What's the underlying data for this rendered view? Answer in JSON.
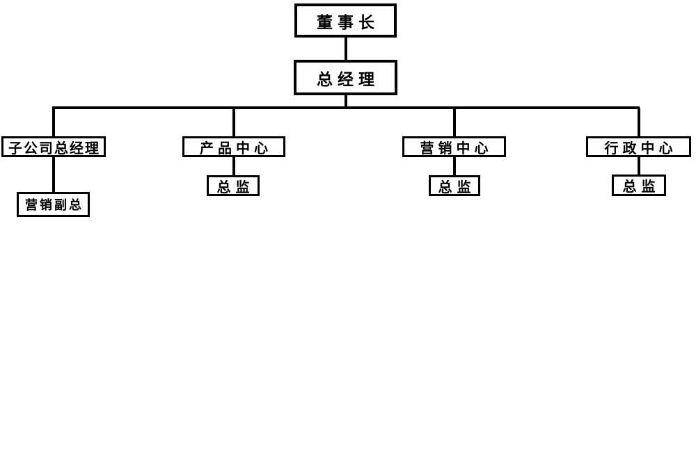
{
  "diagram": {
    "type": "org-chart",
    "colors": {
      "background": "#ffffff",
      "line": "#000000",
      "box_border": "#000000",
      "text": "#000000"
    },
    "nodes": {
      "chairman": {
        "label": "董事长"
      },
      "general_manager": {
        "label": "总经理"
      },
      "subsidiary_gm": {
        "label": "子公司总经理"
      },
      "product_center": {
        "label": "产品中心"
      },
      "marketing_center": {
        "label": "营销中心"
      },
      "admin_center": {
        "label": "行政中心"
      },
      "marketing_vp": {
        "label": "营销副总"
      },
      "product_director": {
        "label": "总监"
      },
      "marketing_director": {
        "label": "总监"
      },
      "admin_director": {
        "label": "总监"
      }
    },
    "edges": [
      {
        "from": "chairman",
        "to": "general_manager"
      },
      {
        "from": "general_manager",
        "to": "subsidiary_gm"
      },
      {
        "from": "general_manager",
        "to": "product_center"
      },
      {
        "from": "general_manager",
        "to": "marketing_center"
      },
      {
        "from": "general_manager",
        "to": "admin_center"
      },
      {
        "from": "subsidiary_gm",
        "to": "marketing_vp"
      },
      {
        "from": "product_center",
        "to": "product_director"
      },
      {
        "from": "marketing_center",
        "to": "marketing_director"
      },
      {
        "from": "admin_center",
        "to": "admin_director"
      }
    ]
  }
}
